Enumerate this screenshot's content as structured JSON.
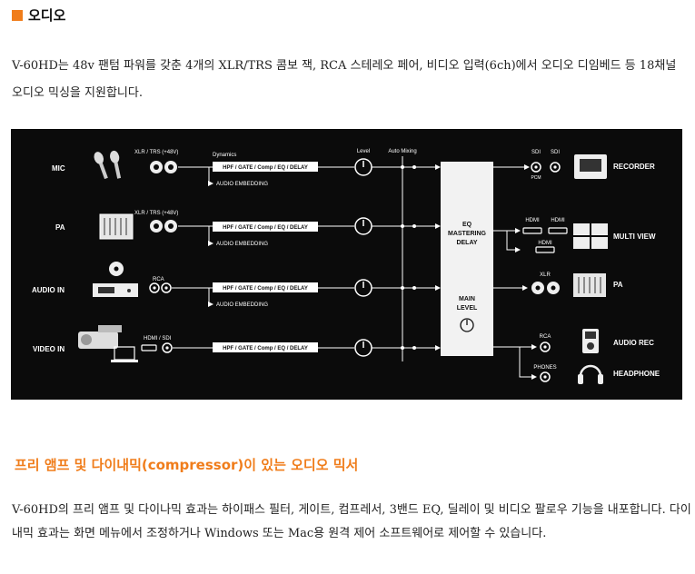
{
  "section_title": "오디오",
  "paragraph_1": "V-60HD는 48v 팬텀 파워를 갖춘 4개의 XLR/TRS 콤보 잭, RCA 스테레오 페어, 비디오 입력(6ch)에서 오디오 디임베드 등 18채널 오디오 믹싱을 지원합니다.",
  "diagram": {
    "inputs": [
      "MIC",
      "PA",
      "AUDIO IN",
      "VIDEO IN"
    ],
    "connectors": {
      "xlr_trs_1": "XLR / TRS (+48V)",
      "xlr_trs_2": "XLR / TRS (+48V)",
      "rca": "RCA",
      "hdmi_sdi": "HDMI / SDI"
    },
    "dynamics_label": "Dynamics",
    "chain_label": "HPF / GATE / Comp / EQ / DELAY",
    "embed_label": "AUDIO EMBEDDING",
    "level_label": "Level",
    "automix_label": "Auto Mixing",
    "master_block": [
      "EQ",
      "MASTERING",
      "DELAY"
    ],
    "main_level": [
      "MAIN",
      "LEVEL"
    ],
    "out_connectors": {
      "sdi_a": "SDI",
      "sdi_b": "SDI",
      "pcm": "PCM",
      "hdmi_a": "HDMI",
      "hdmi_b": "HDMI",
      "hdmi_c": "HDMI",
      "xlr": "XLR",
      "rca": "RCA",
      "phones": "PHONES"
    },
    "outputs": [
      "RECORDER",
      "MULTI VIEW",
      "PA",
      "AUDIO REC",
      "HEADPHONE"
    ]
  },
  "subheading": "프리 앰프 및 다이내믹(compressor)이 있는 오디오 믹서",
  "paragraph_2": "V-60HD의 프리 앰프 및 다이나믹 효과는 하이패스 필터, 게이트, 컴프레서, 3밴드 EQ, 딜레이 및 비디오 팔로우 기능을 내포합니다. 다이내믹 효과는 화면 메뉴에서 조정하거나 Windows 또는 Mac용 원격 제어 소프트웨어로 제어할 수 있습니다.",
  "colors": {
    "accent": "#f07d1b",
    "diagram_bg": "#0b0b0b"
  }
}
